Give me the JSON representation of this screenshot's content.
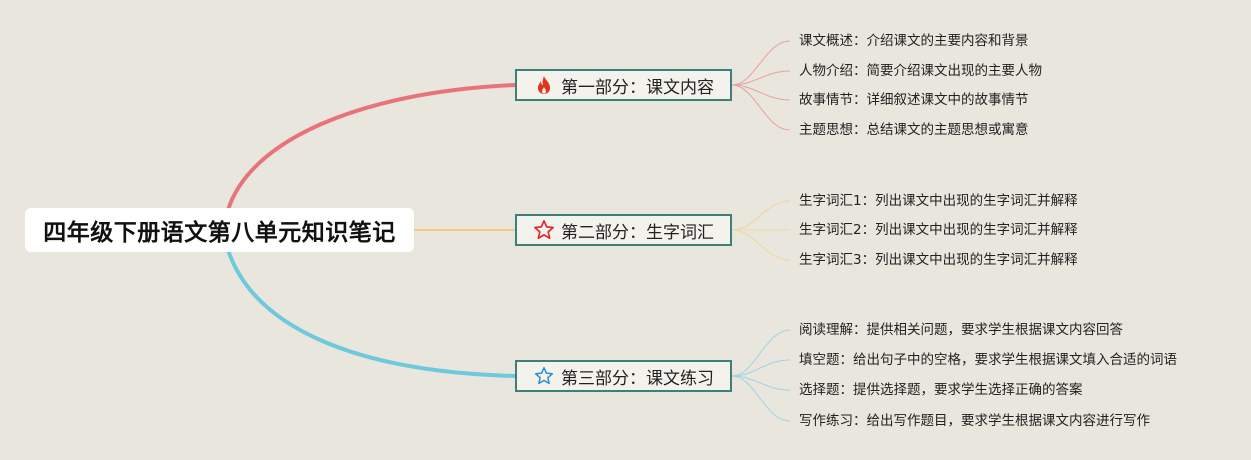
{
  "root": {
    "label": "四年级下册语文第八单元知识笔记"
  },
  "colors": {
    "background": "#e9e6de",
    "branch1": "#e8737a",
    "branch2": "#f5c97d",
    "branch3": "#6ec9dc",
    "branch_border": "#3f7f7a"
  },
  "branches": [
    {
      "label": "第一部分：课文内容",
      "icon": "flame-icon",
      "leaves": [
        "课文概述：介绍课文的主要内容和背景",
        "人物介绍：简要介绍课文出现的主要人物",
        "故事情节：详细叙述课文中的故事情节",
        "主题思想：总结课文的主题思想或寓意"
      ]
    },
    {
      "label": "第二部分：生字词汇",
      "icon": "star-red-outline-icon",
      "leaves": [
        "生字词汇1：列出课文中出现的生字词汇并解释",
        "生字词汇2：列出课文中出现的生字词汇并解释",
        "生字词汇3：列出课文中出现的生字词汇并解释"
      ]
    },
    {
      "label": "第三部分：课文练习",
      "icon": "star-blue-outline-icon",
      "leaves": [
        "阅读理解：提供相关问题，要求学生根据课文内容回答",
        "填空题：给出句子中的空格，要求学生根据课文填入合适的词语",
        "选择题：提供选择题，要求学生选择正确的答案",
        "写作练习：给出写作题目，要求学生根据课文内容进行写作"
      ]
    }
  ]
}
